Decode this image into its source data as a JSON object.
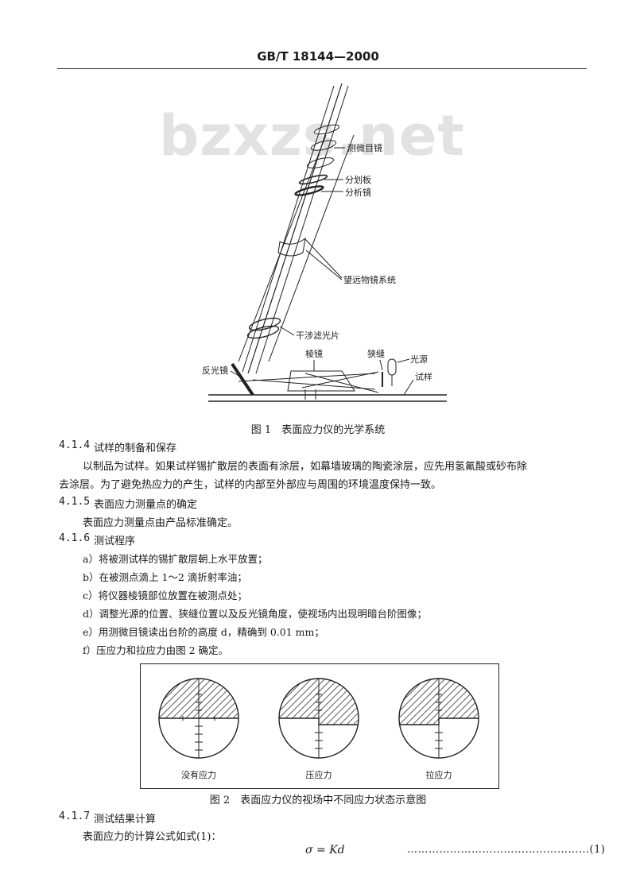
{
  "header": {
    "standard_no": "GB/T 18144—2000"
  },
  "watermark": "bzxzs.net",
  "figure1": {
    "labels": {
      "eyepiece": "测微目镜",
      "reticle": "分划板",
      "analyzer": "分析镜",
      "telescope": "望远物镜系统",
      "filter": "干涉滤光片",
      "prism": "棱镜",
      "slit": "狭缝",
      "light_source": "光源",
      "specimen": "试样",
      "reflector": "反光镜"
    },
    "caption": "图 1　表面应力仪的光学系统"
  },
  "sections": {
    "s414": {
      "num": "4.1.4",
      "title": "试样的制备和保存",
      "line1": "以制品为试样。如果试样锡扩散层的表面有涂层，如幕墙玻璃的陶瓷涂层，应先用氢氟酸或砂布除",
      "line2": "去涂层。为了避免热应力的产生，试样的内部至外部应与周围的环境温度保持一致。"
    },
    "s415": {
      "num": "4.1.5",
      "title": "表面应力测量点的确定",
      "line1": "表面应力测量点由产品标准确定。"
    },
    "s416": {
      "num": "4.1.6",
      "title": "测试程序",
      "items": [
        "a）将被测试样的锡扩散层朝上水平放置；",
        "b）在被测点滴上 1～2 滴折射率油；",
        "c）将仪器棱镜部位放置在被测点处；",
        "d）调整光源的位置、狭缝位置以及反光镜角度，使视场内出现明暗台阶图像；",
        "e）用测微目镜读出台阶的高度 d，精确到 0.01 mm；",
        "f）压应力和拉应力由图 2 确定。"
      ]
    },
    "s417": {
      "num": "4.1.7",
      "title": "测试结果计算",
      "line1": "表面应力的计算公式如式(1)："
    }
  },
  "figure2": {
    "states": [
      "没有应力",
      "压应力",
      "拉应力"
    ],
    "caption": "图 2　表面应力仪的视场中不同应力状态示意图"
  },
  "formula": {
    "expr": "σ = Kd",
    "dots": "……………………………………………",
    "number": "(1)"
  }
}
